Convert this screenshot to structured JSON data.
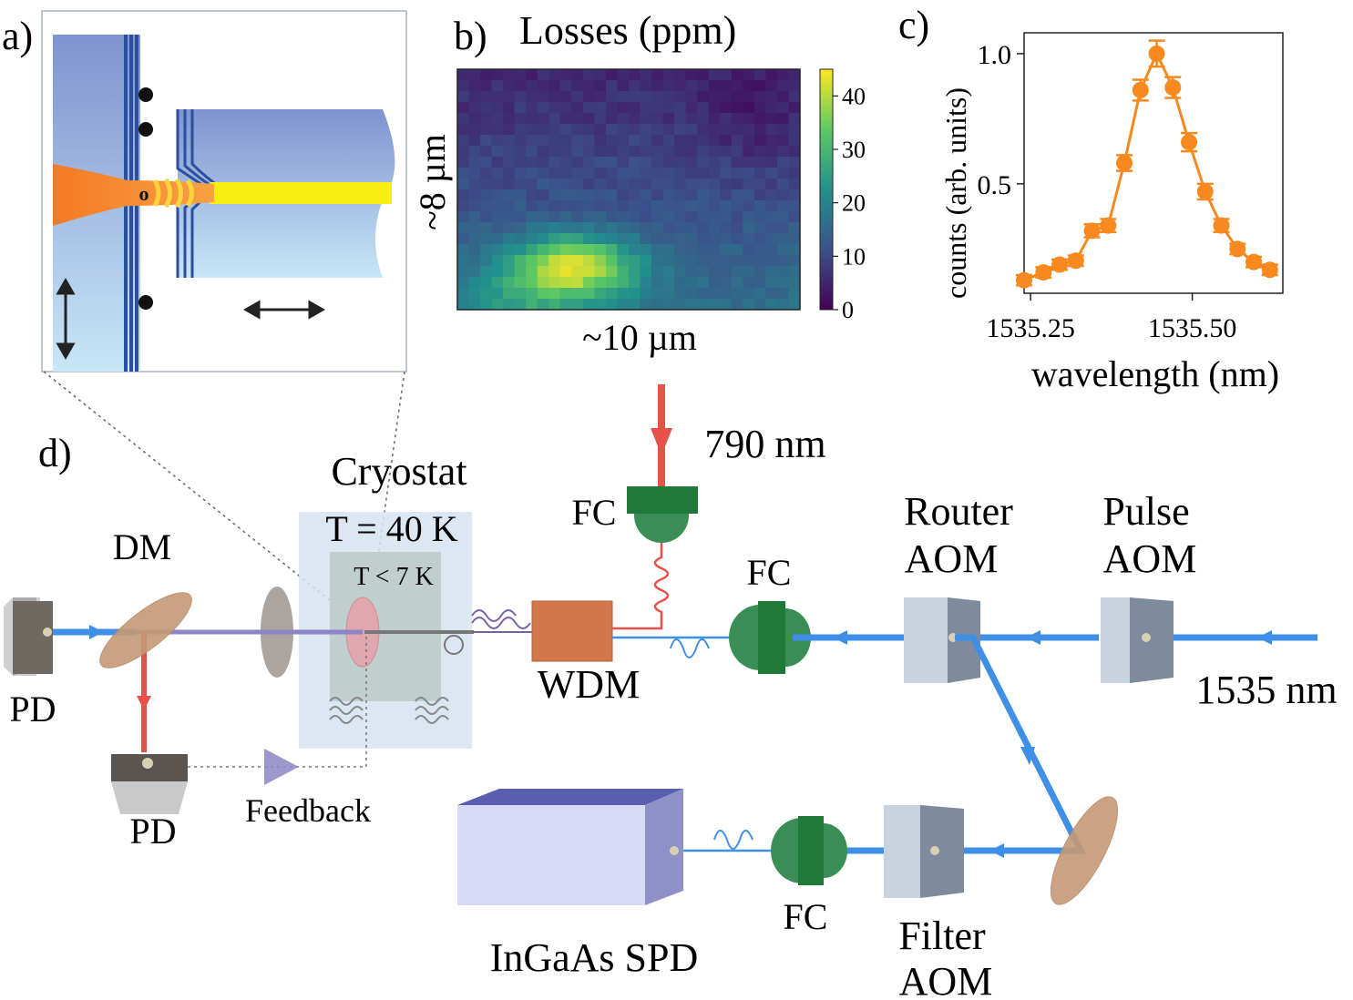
{
  "panel_labels": {
    "a": "a)",
    "b": "b)",
    "c": "c)",
    "d": "d)"
  },
  "panel_a": {
    "marker": "o"
  },
  "panel_b": {
    "title": "Losses (ppm)",
    "xlabel": "~10 µm",
    "ylabel": "~8 µm",
    "colorbar": {
      "min": 0,
      "max": 45,
      "ticks": [
        "0",
        "10",
        "20",
        "30",
        "40"
      ],
      "colormap": "viridis"
    }
  },
  "chart_data": {
    "type": "scatter",
    "xlabel": "wavelength (nm)",
    "ylabel": "counts (arb. units)",
    "x_ticks": [
      "1535.25",
      "1535.50"
    ],
    "y_ticks": [
      "0.5",
      "1.0"
    ],
    "xlim": [
      1535.24,
      1535.64
    ],
    "ylim": [
      0.08,
      1.08
    ],
    "line_color": "#f7891e",
    "series": [
      {
        "x": [
          1535.24,
          1535.27,
          1535.295,
          1535.32,
          1535.345,
          1535.37,
          1535.395,
          1535.42,
          1535.445,
          1535.47,
          1535.495,
          1535.52,
          1535.545,
          1535.57,
          1535.595,
          1535.62
        ],
        "y": [
          0.13,
          0.16,
          0.19,
          0.205,
          0.32,
          0.34,
          0.58,
          0.86,
          1.0,
          0.87,
          0.66,
          0.47,
          0.34,
          0.25,
          0.2,
          0.17
        ],
        "err": [
          0.02,
          0.02,
          0.02,
          0.02,
          0.025,
          0.025,
          0.03,
          0.04,
          0.05,
          0.04,
          0.035,
          0.03,
          0.025,
          0.02,
          0.02,
          0.02
        ]
      }
    ]
  },
  "panel_d": {
    "cryostat": "Cryostat",
    "t_outer": "T = 40 K",
    "t_inner": "T < 7 K",
    "laser_790": "790 nm",
    "laser_1535": "1535 nm",
    "fc": "FC",
    "wdm": "WDM",
    "dm": "DM",
    "pd": "PD",
    "feedback": "Feedback",
    "router_aom": [
      "Router",
      "AOM"
    ],
    "pulse_aom": [
      "Pulse",
      "AOM"
    ],
    "filter_aom": [
      "Filter",
      "AOM"
    ],
    "spd": "InGaAs SPD"
  },
  "colors": {
    "ir_beam": "#3f8fe6",
    "red_beam": "#e8504a",
    "fc_green": "#1f7a3a",
    "wdm_orange": "#d1774a",
    "mirror_brown": "#c49a76",
    "spd_purple": "#cdd0f2"
  }
}
